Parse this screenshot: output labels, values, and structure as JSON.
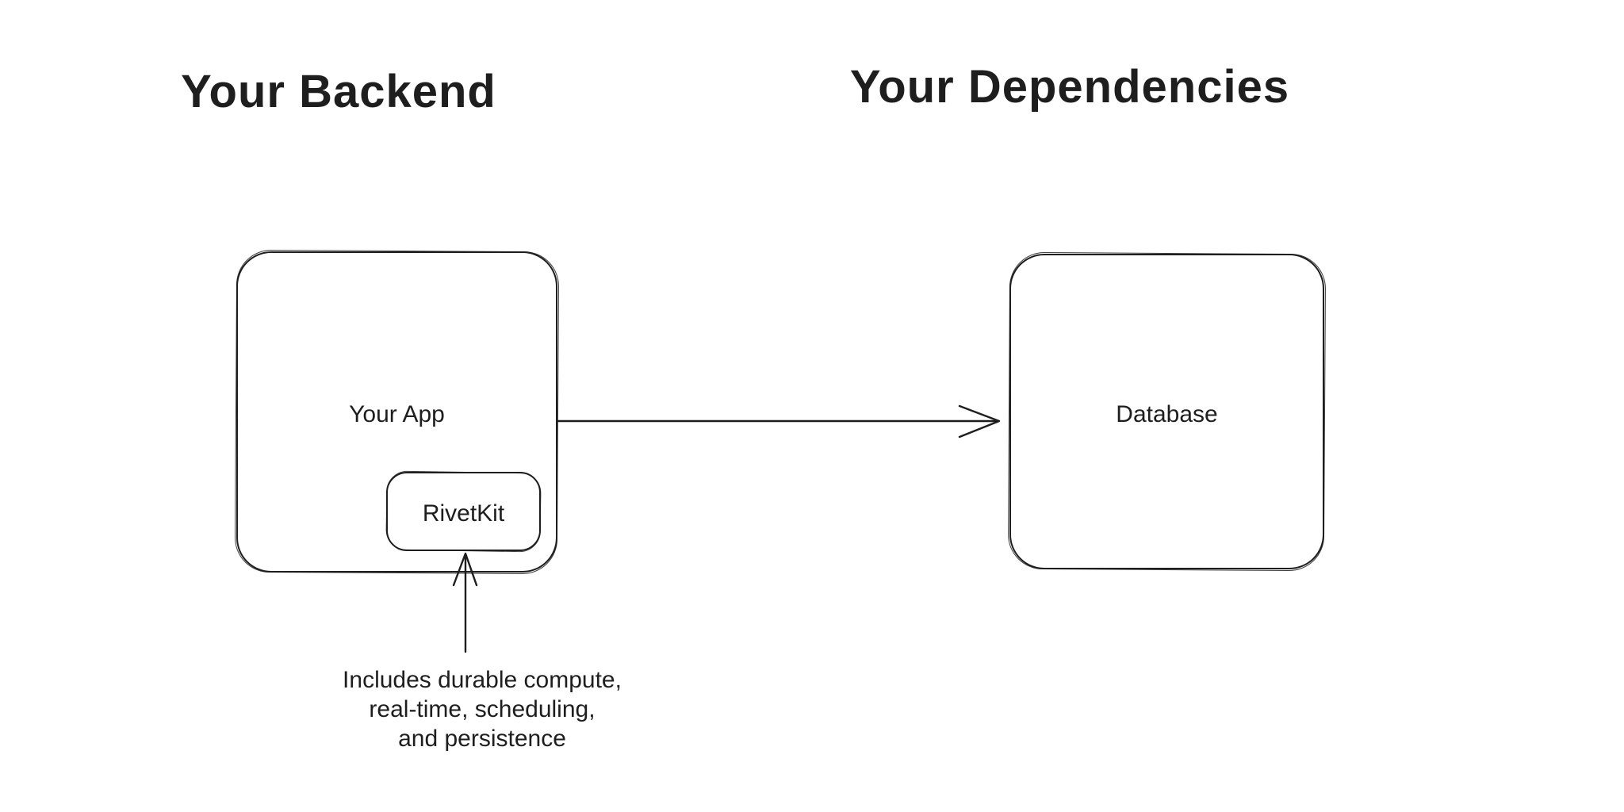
{
  "colors": {
    "background": "#ffffff",
    "stroke": "#1e1e1e"
  },
  "headings": {
    "backend": "Your Backend",
    "dependencies": "Your Dependencies"
  },
  "nodes": {
    "your_app": {
      "label": "Your App"
    },
    "rivetkit": {
      "label": "RivetKit"
    },
    "database": {
      "label": "Database"
    }
  },
  "arrows": {
    "app_to_database": {
      "from": "your_app",
      "to": "database"
    },
    "caption_to_rivetkit": {
      "from": "caption",
      "to": "rivetkit"
    }
  },
  "caption": {
    "lines": [
      "Includes durable compute,",
      "real-time, scheduling,",
      "and persistence"
    ]
  }
}
